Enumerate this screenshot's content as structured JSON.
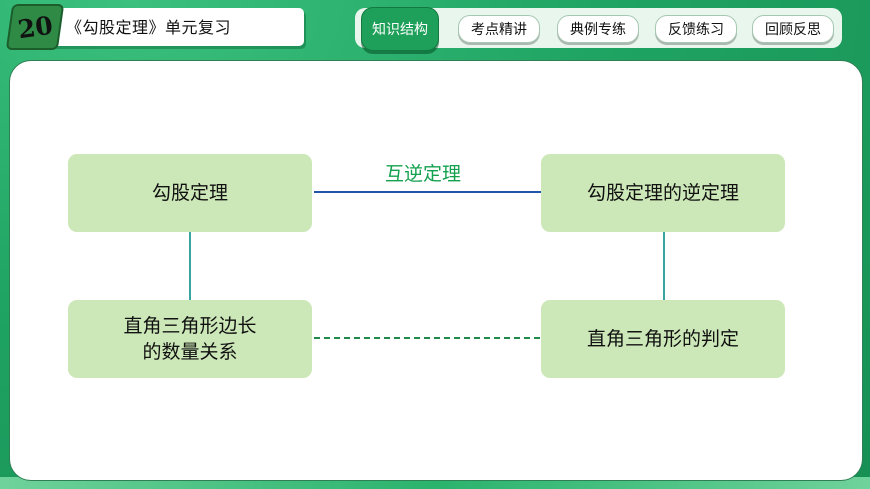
{
  "header": {
    "lesson_number": "20",
    "unit_title": "《勾股定理》单元复习"
  },
  "nav": {
    "tabs": [
      {
        "label": "知识结构",
        "active": true
      },
      {
        "label": "考点精讲",
        "active": false
      },
      {
        "label": "典例专练",
        "active": false
      },
      {
        "label": "反馈练习",
        "active": false
      },
      {
        "label": "回顾反思",
        "active": false
      }
    ]
  },
  "diagram": {
    "nodes": {
      "pythagorean_theorem": "勾股定理",
      "converse_theorem": "勾股定理的逆定理",
      "side_relation": "直角三角形边长\n的数量关系",
      "right_triangle_test": "直角三角形的判定"
    },
    "relation_label": "互逆定理"
  },
  "colors": {
    "theme_green": "#1fa463",
    "node_fill": "#cde8b8",
    "relation_text": "#14a14e",
    "solid_link": "#2255aa",
    "vertical_link": "#3aa5a0",
    "dashed_link": "#1f8a4a"
  }
}
